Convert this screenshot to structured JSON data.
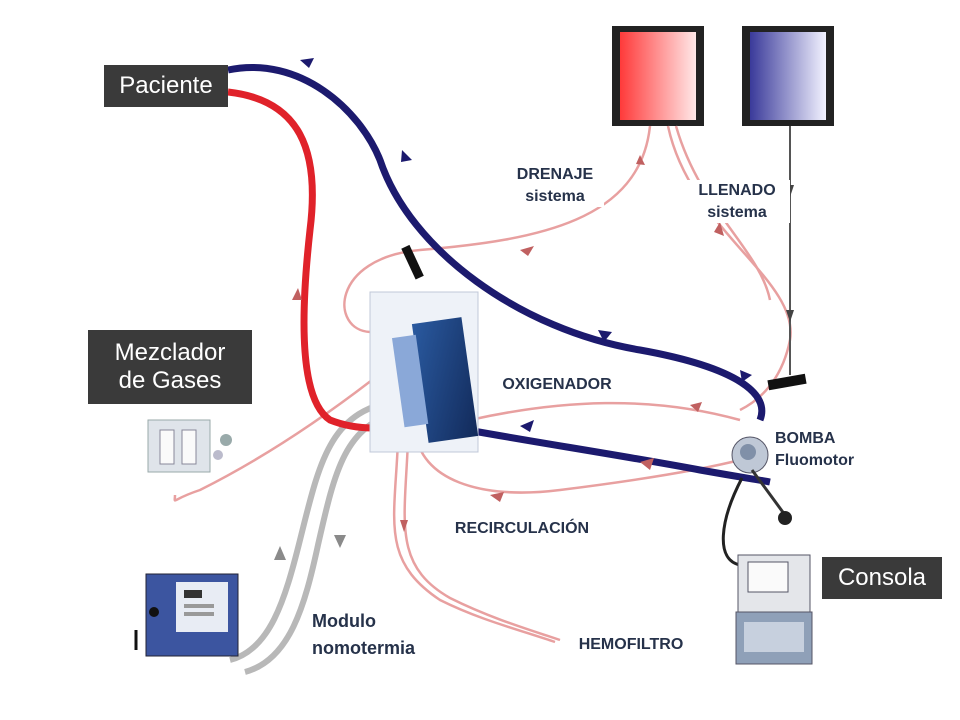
{
  "labels": {
    "paciente": "Paciente",
    "mezclador_1": "Mezclador",
    "mezclador_2": "de Gases",
    "consola": "Consola",
    "drenaje_1": "DRENAJE",
    "drenaje_2": "sistema",
    "llenado_1": "LLENADO",
    "llenado_2": "sistema",
    "oxigenador": "OXIGENADOR",
    "bomba_1": "BOMBA",
    "bomba_2": "Fluomotor",
    "recirculacion": "RECIRCULACIÓN",
    "modulo_1": "Modulo",
    "modulo_2": "nomotermia",
    "hemofiltro": "HEMOFILTRO"
  },
  "colors": {
    "venous_line": "#1c1a6e",
    "arterial_line": "#e0222a",
    "thin_line": "#e8a0a0",
    "gray_tube": "#b8b8b8",
    "label_box": "#3a3a3a",
    "label_text": "#26324a"
  }
}
